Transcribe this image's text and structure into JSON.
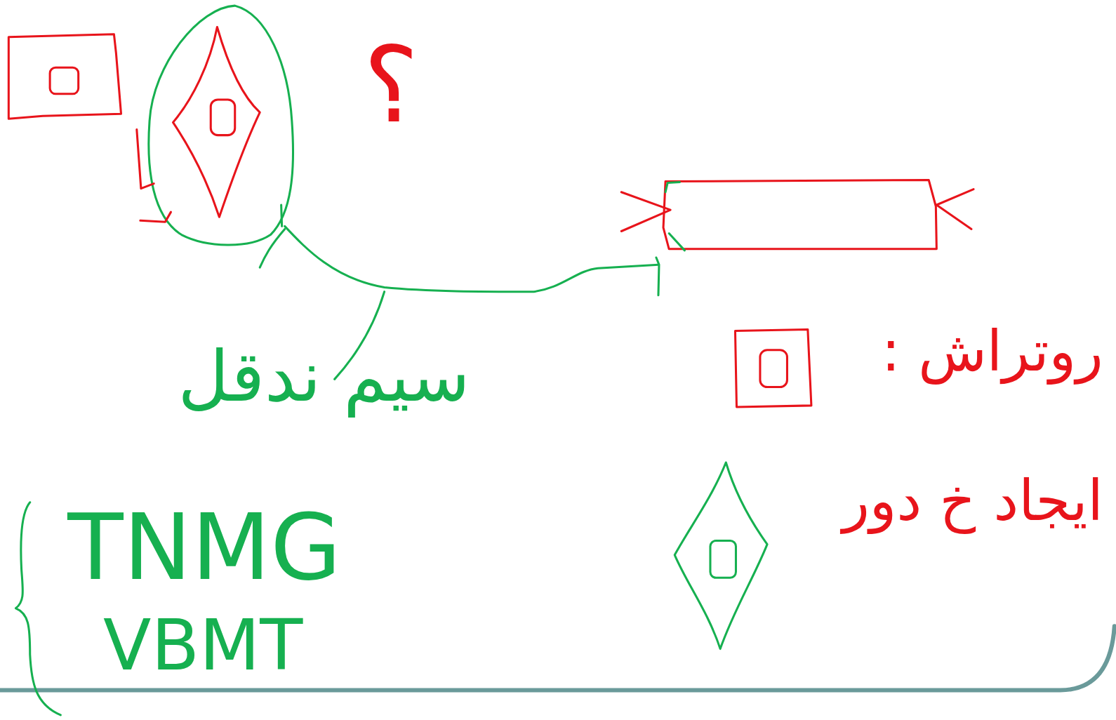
{
  "diagram": {
    "labels": [
      "؟",
      "سیم ندقل",
      "TNMG",
      "VBMT"
    ],
    "legend": [
      {
        "text": "روتراش :"
      },
      {
        "text": "ایجاد خ دور"
      }
    ]
  }
}
